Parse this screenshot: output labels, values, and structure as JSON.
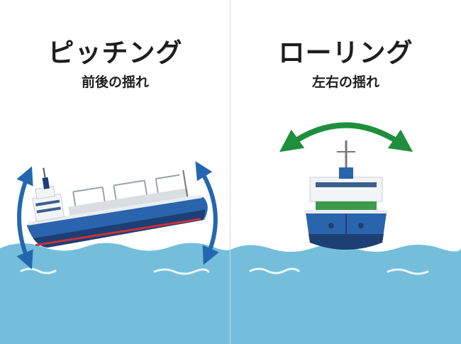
{
  "panels": [
    {
      "title": "ピッチング",
      "subtitle": "前後の揺れ",
      "arrow_color": "#2467b0"
    },
    {
      "title": "ローリング",
      "subtitle": "左右の揺れ",
      "arrow_color": "#1f8f3e"
    }
  ],
  "colors": {
    "sea": "#74bedc",
    "sea_light": "#a8d9ec",
    "hull": "#2a64ad",
    "hull_dark": "#1d3f73",
    "superstructure": "#f2f4f6",
    "waterline_red": "#c8323a",
    "cargo_green": "#3d9a4a"
  }
}
